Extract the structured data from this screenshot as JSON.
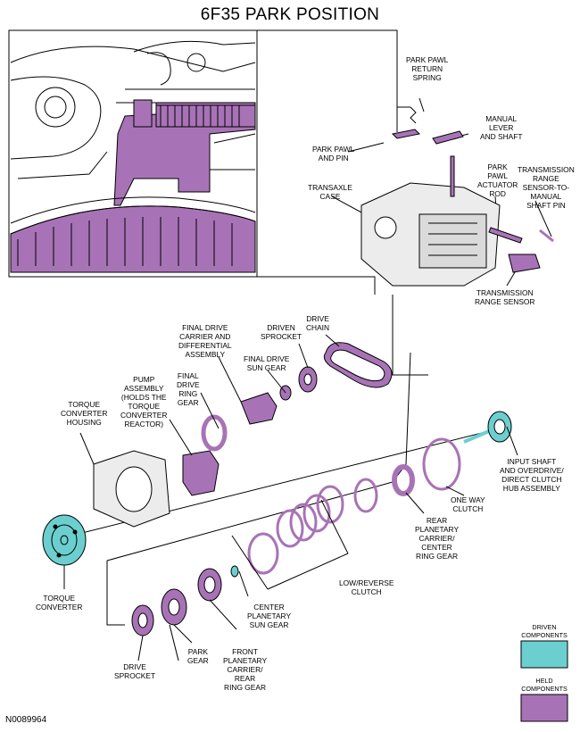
{
  "title": "6F35 PARK POSITION",
  "colors": {
    "driven": "#6ccfcf",
    "held": "#a873b6",
    "line": "#000000",
    "part_fill": "#e8e8e8"
  },
  "labels": {
    "park_pawl_return_spring": [
      "PARK PAWL",
      "RETURN",
      "SPRING"
    ],
    "manual_lever_and_shaft": [
      "MANUAL",
      "LEVER",
      "AND SHAFT"
    ],
    "park_pawl_and_pin": [
      "PARK PAWL",
      "AND PIN"
    ],
    "park_pawl_actuator_rod": [
      "PARK",
      "PAWL",
      "ACTUATOR",
      "ROD"
    ],
    "transmission_range_sensor_pin": [
      "TRANSMISSION",
      "RANGE",
      "SENSOR-TO-",
      "MANUAL",
      "SHAFT PIN"
    ],
    "transaxle_case": [
      "TRANSAXLE",
      "CASE"
    ],
    "transmission_range_sensor": [
      "TRANSMISSION",
      "RANGE SENSOR"
    ],
    "drive_chain": [
      "DRIVE",
      "CHAIN"
    ],
    "driven_sprocket": [
      "DRIVEN",
      "SPROCKET"
    ],
    "final_drive_carrier": [
      "FINAL DRIVE",
      "CARRIER AND",
      "DIFFERENTIAL",
      "ASSEMBLY"
    ],
    "final_drive_sun_gear": [
      "FINAL DRIVE",
      "SUN GEAR"
    ],
    "final_drive_ring_gear": [
      "FINAL",
      "DRIVE",
      "RING",
      "GEAR"
    ],
    "pump_assembly": [
      "PUMP",
      "ASSEMBLY",
      "(HOLDS THE",
      "TORQUE",
      "CONVERTER",
      "REACTOR)"
    ],
    "torque_converter_housing": [
      "TORQUE",
      "CONVERTER",
      "HOUSING"
    ],
    "input_shaft": [
      "INPUT SHAFT",
      "AND OVERDRIVE/",
      "DIRECT CLUTCH",
      "HUB ASSEMBLY"
    ],
    "one_way_clutch": [
      "ONE WAY",
      "CLUTCH"
    ],
    "rear_planetary": [
      "REAR",
      "PLANETARY",
      "CARRIER/",
      "CENTER",
      "RING GEAR"
    ],
    "low_reverse_clutch": [
      "LOW/REVERSE",
      "CLUTCH"
    ],
    "center_planetary": [
      "CENTER",
      "PLANETARY",
      "SUN GEAR"
    ],
    "front_planetary": [
      "FRONT",
      "PLANETARY",
      "CARRIER/",
      "REAR",
      "RING GEAR"
    ],
    "park_gear": [
      "PARK",
      "GEAR"
    ],
    "drive_sprocket": [
      "DRIVE",
      "SPROCKET"
    ],
    "torque_converter": [
      "TORQUE",
      "CONVERTER"
    ]
  },
  "legend": {
    "driven": [
      "DRIVEN",
      "COMPONENTS"
    ],
    "held": [
      "HELD",
      "COMPONENTS"
    ]
  },
  "doc_id": "N0089964"
}
